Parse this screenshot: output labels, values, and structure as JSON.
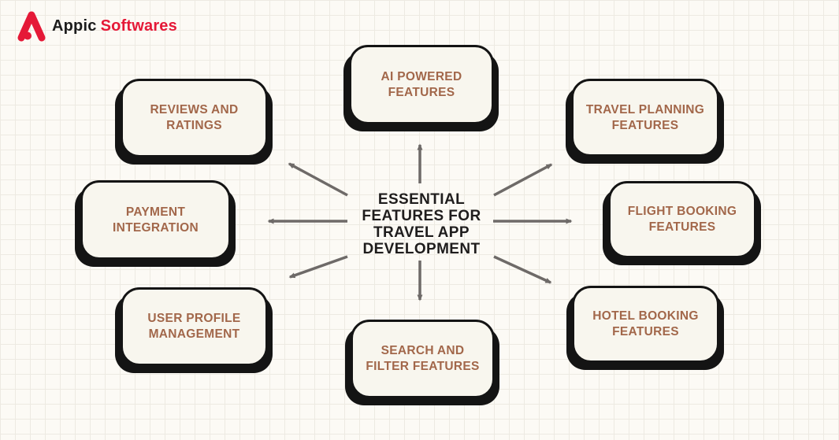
{
  "brand": {
    "icon": "appic-logo-icon",
    "name_primary": "Appic",
    "name_secondary": "Softwares"
  },
  "diagram": {
    "center_title": "ESSENTIAL FEATURES FOR TRAVEL APP DEVELOPMENT",
    "center_lines": [
      "ESSENTIAL",
      "FEATURES FOR",
      "TRAVEL APP",
      "DEVELOPMENT"
    ],
    "nodes": [
      {
        "id": "ai-powered",
        "label": "AI POWERED FEATURES"
      },
      {
        "id": "reviews-ratings",
        "label": "REVIEWS AND RATINGS"
      },
      {
        "id": "travel-planning",
        "label": "TRAVEL PLANNING FEATURES"
      },
      {
        "id": "payment-integration",
        "label": "PAYMENT INTEGRATION"
      },
      {
        "id": "flight-booking",
        "label": "FLIGHT BOOKING FEATURES"
      },
      {
        "id": "user-profile",
        "label": "USER PROFILE MANAGEMENT"
      },
      {
        "id": "hotel-booking",
        "label": "HOTEL BOOKING FEATURES"
      },
      {
        "id": "search-filter",
        "label": "SEARCH AND FILTER FEATURES"
      }
    ]
  },
  "colors": {
    "background": "#fcfaf5",
    "grid_line": "#edeae2",
    "box_fill": "#f8f6ee",
    "box_border": "#141414",
    "box_text": "#a2674a",
    "center_text": "#1f1d1d",
    "arrow": "#6e6a68",
    "brand_red": "#e51937",
    "brand_black": "#1c1c1c"
  }
}
